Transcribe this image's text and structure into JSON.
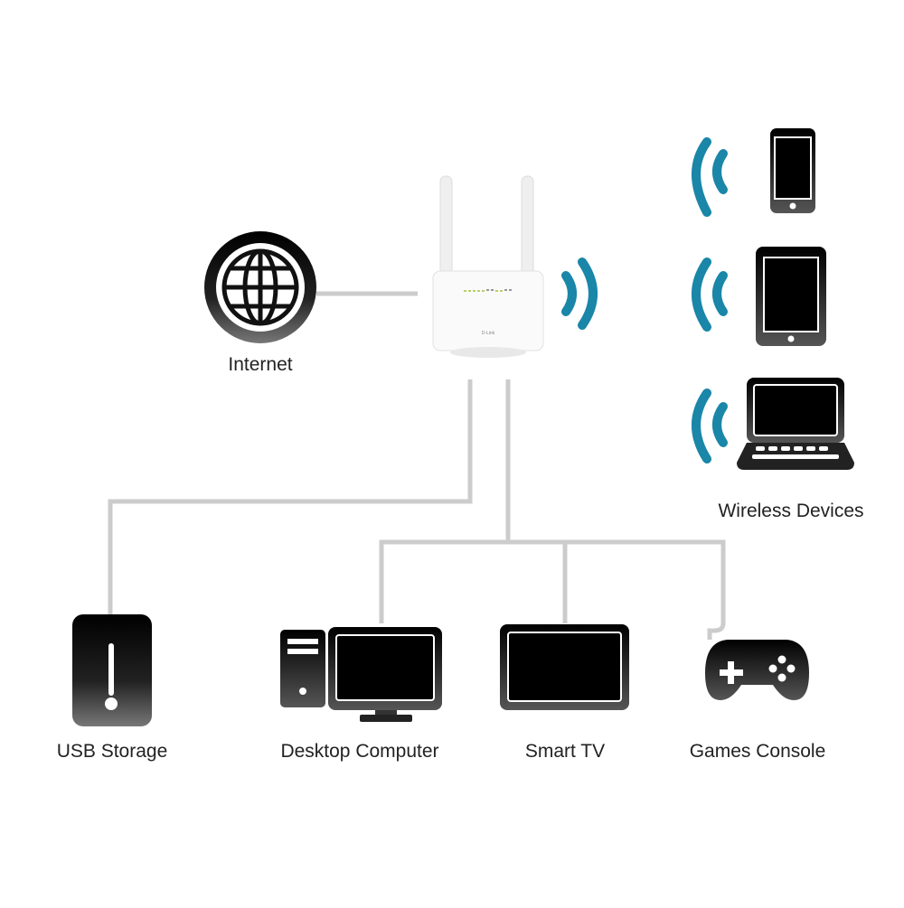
{
  "colors": {
    "wifi": "#1a86a8",
    "line": "#cccccc",
    "device": "#111111"
  },
  "router": {
    "brand": "D-Link"
  },
  "labels": {
    "internet": "Internet",
    "wireless_devices": "Wireless Devices",
    "usb_storage": "USB Storage",
    "desktop_computer": "Desktop Computer",
    "smart_tv": "Smart TV",
    "games_console": "Games Console"
  }
}
